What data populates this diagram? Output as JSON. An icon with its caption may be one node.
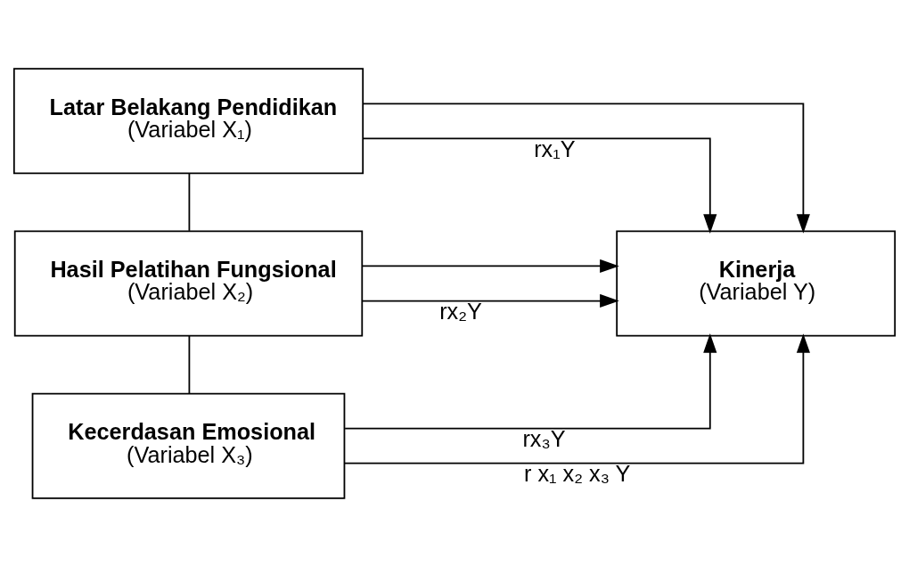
{
  "diagram": {
    "nodes": [
      {
        "text": [
          "Latar Belakang Pendidikan",
          "(Variabel X₁)"
        ]
      },
      {
        "text": [
          "Hasil Pelatihan Fungsional",
          "(Variabel X₂)"
        ]
      },
      {
        "text": [
          "Kecerdasan Emosional",
          "(Variabel X₃)"
        ]
      },
      {
        "text": [
          "Kinerja",
          "(Variabel Y)"
        ]
      }
    ],
    "edges": [
      {
        "from": 0,
        "to": 3,
        "arrow": "to",
        "label": "rx₁Y"
      },
      {
        "from": 0,
        "to": 1,
        "arrow": "none"
      },
      {
        "from": 1,
        "to": 3,
        "arrow": "to",
        "label": "rx₂Y"
      },
      {
        "from": 1,
        "to": 2,
        "arrow": "none"
      },
      {
        "from": 2,
        "to": 3,
        "arrow": "to",
        "label": "rx₃Y"
      },
      {
        "from": 0,
        "to": 3,
        "arrow": "to"
      },
      {
        "from": 1,
        "to": 3,
        "arrow": "to"
      },
      {
        "from": 2,
        "to": 3,
        "arrow": "to",
        "label": "r x₁ x₂ x₃ Y"
      }
    ]
  }
}
